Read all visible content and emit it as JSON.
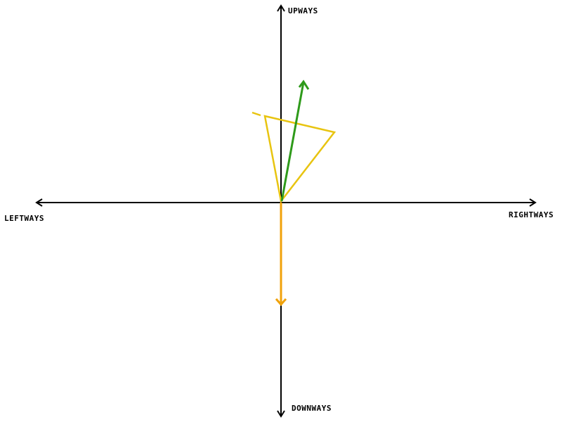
{
  "axes": {
    "up_label": "UPWAYS",
    "down_label": "DOWNWAYS",
    "left_label": "LEFTWAYS",
    "right_label": "RIGHTWAYS",
    "color": "#000000"
  },
  "vectors": [
    {
      "name": "green-vector",
      "color": "#2e9a1a"
    },
    {
      "name": "orange-vector",
      "color": "#f0a20a"
    }
  ],
  "triangle": {
    "color": "#e8c410"
  }
}
